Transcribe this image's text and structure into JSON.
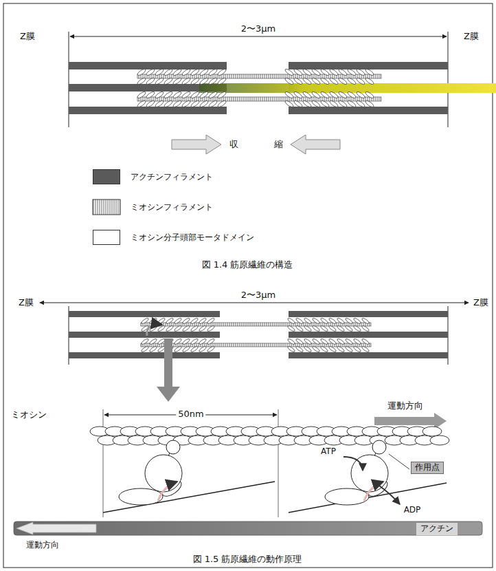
{
  "diagram": {
    "nodes": [
      {
        "text": [
          "作用点"
        ]
      },
      {
        "text": [
          "アクチン"
        ]
      }
    ],
    "labels": [
      "Z膜",
      "2〜3μm",
      "Z膜",
      "収",
      "縮",
      "図 1.4 筋原繊維の構造",
      "Z膜",
      "2〜3μm",
      "Z膜",
      "ミオシン",
      "50nm",
      "運動方向",
      "ATP",
      "ADP",
      "運動方向",
      "図 1.5 筋原繊維の動作原理"
    ],
    "legend": [
      {
        "text": "アクチンフィラメント",
        "color": "#5a5a5a"
      },
      {
        "text": "ミオシンフィラメント"
      },
      {
        "text": "ミオシン分子頭部モータドメイン",
        "color": "#ffffff"
      }
    ]
  }
}
